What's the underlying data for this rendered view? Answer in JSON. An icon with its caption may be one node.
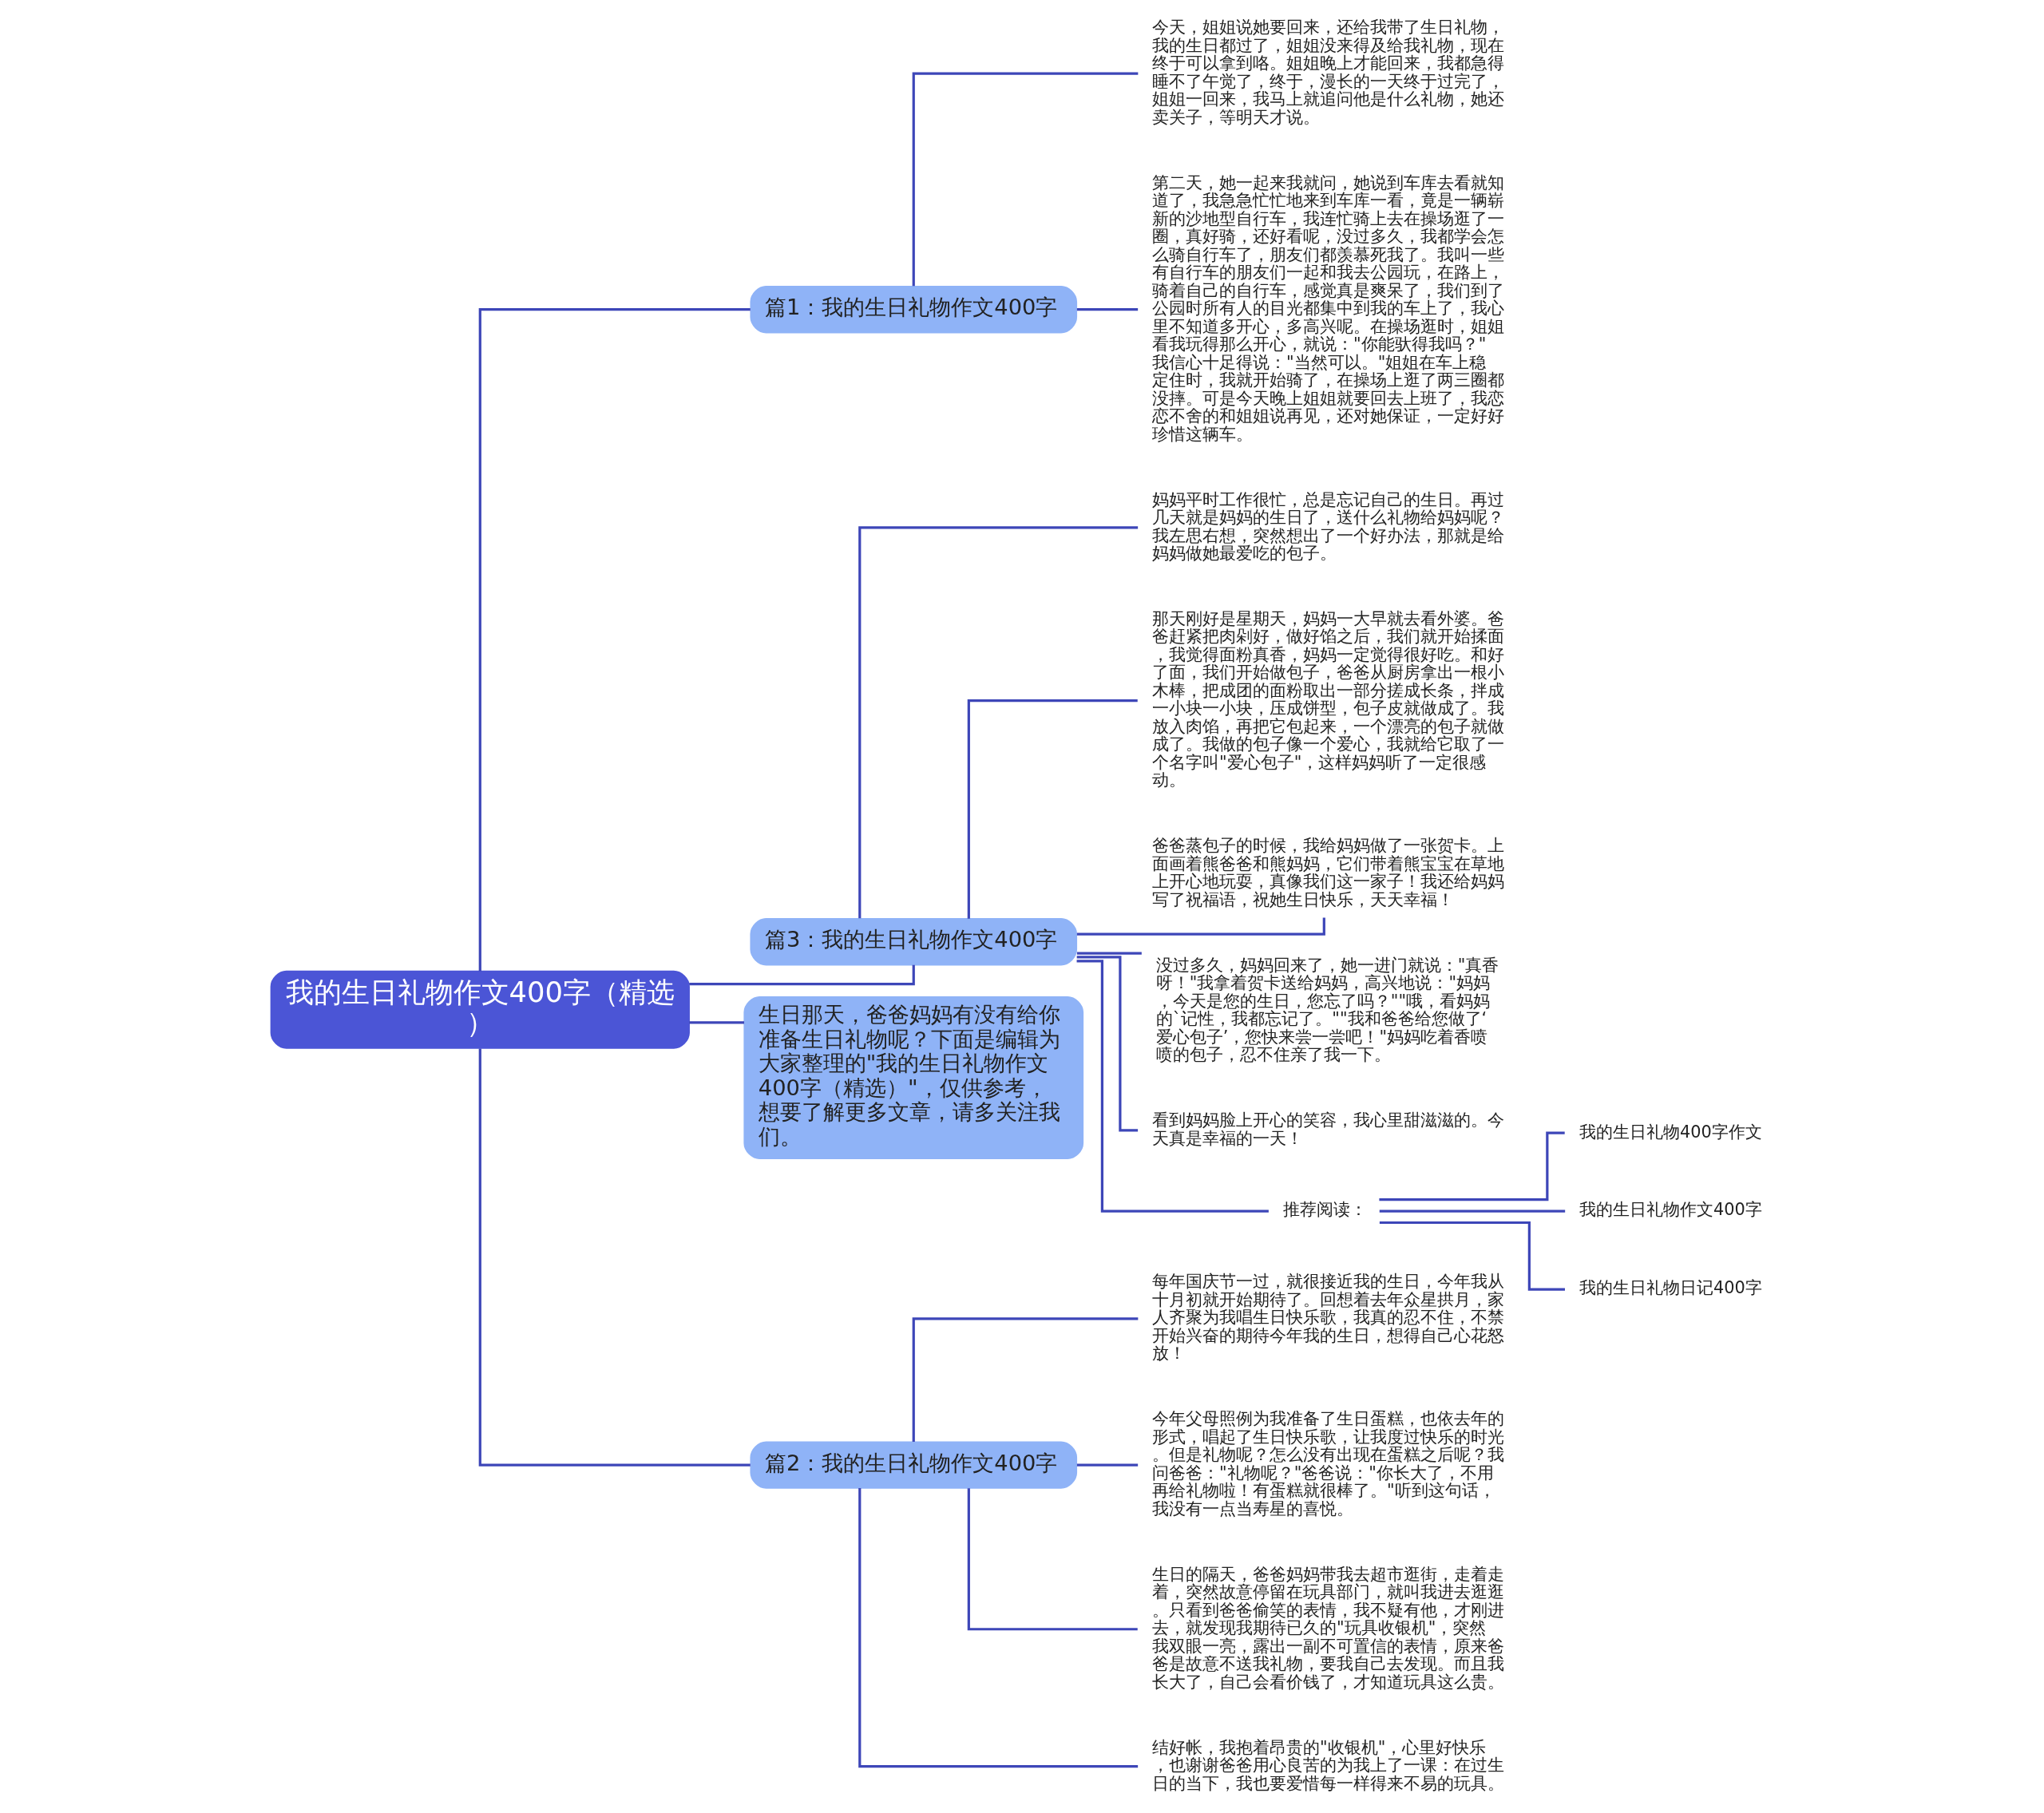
{
  "diagram": {
    "nodes": [
      {
        "text": [
          "我的生日礼物作文400字（精选）"
        ]
      },
      {
        "text": [
          "篇1：我的生日礼物作文400字"
        ]
      },
      {
        "text": [
          "今天，姐姐说她要回来，还给我带了生日礼物，我的生日都过了，姐姐没来得及给我礼物，现在终于可以拿到咯。姐姐晚上才能回来，我都急得睡不了午觉了，终于，漫长的一天终于过完了，姐姐一回来，我马上就追问他是什么礼物，她还卖关子，等明天才说。"
        ]
      },
      {
        "text": [
          "第二天，她一起来我就问，她说到车库去看就知道了，我急急忙忙地来到车库一看，竟是一辆崭新的沙地型自行车，我连忙骑上去在操场逛了一圈，真好骑，还好看呢，没过多久，我都学会怎么骑自行车了，朋友们都羡慕死我了。我叫一些有自行车的朋友们一起和我去公园玩，在路上，骑着自己的自行车，感觉真是爽呆了，我们到了公园时所有人的目光都集中到我的车上了，我心里不知道多开心，多高兴呢。在操场逛时，姐姐看我玩得那么开心，就说：\"你能驮得我吗？\"我信心十足得说：\"当然可以。\"姐姐在车上稳定住时，我就开始骑了，在操场上逛了两三圈都没摔。可是今天晚上姐姐就要回去上班了，我恋恋不舍的和姐姐说再见，还对她保证，一定好好珍惜这辆车。"
        ]
      },
      {
        "text": [
          "篇3：我的生日礼物作文400字"
        ]
      },
      {
        "text": [
          "妈妈平时工作很忙，总是忘记自己的生日。再过几天就是妈妈的生日了，送什么礼物给妈妈呢？我左思右想，突然想出了一个好办法，那就是给妈妈做她最爱吃的包子。"
        ]
      },
      {
        "text": [
          "那天刚好是星期天，妈妈一大早就去看外婆。爸爸赶紧把肉剁好，做好馅之后，我们就开始揉面，我觉得面粉真香，妈妈一定觉得很好吃。和好了面，我们开始做包子，爸爸从厨房拿出一根小木棒，把成团的面粉取出一部分搓成长条，拌成一小块一小块，压成饼型，包子皮就做成了。我放入肉馅，再把它包起来，一个漂亮的包子就做成了。我做的包子像一个爱心，我就给它取了一个名字叫\"爱心包子\"，这样妈妈听了一定很感动。"
        ]
      },
      {
        "text": [
          "爸爸蒸包子的时候，我给妈妈做了一张贺卡。上面画着熊爸爸和熊妈妈，它们带着熊宝宝在草地上开心地玩耍，真像我们这一家子！我还给妈妈写了祝福语，祝她生日快乐，天天幸福！"
        ]
      },
      {
        "text": [
          "没过多久，妈妈回来了，她一进门就说：\"真香呀！\"我拿着贺卡送给妈妈，高兴地说：\"妈妈，今天是您的生日，您忘了吗？\"\"哦，看妈妈的`记性，我都忘记了。\"\"我和爸爸给您做了‘爱心包子’，您快来尝一尝吧！\"妈妈吃着香喷喷的包子，忍不住亲了我一下。"
        ]
      },
      {
        "text": [
          "看到妈妈脸上开心的笑容，我心里甜滋滋的。今天真是幸福的一天！"
        ]
      },
      {
        "text": [
          "推荐阅读："
        ]
      },
      {
        "text": [
          "我的生日礼物400字作文"
        ]
      },
      {
        "text": [
          "我的生日礼物作文400字"
        ]
      },
      {
        "text": [
          "我的生日礼物日记400字"
        ]
      },
      {
        "text": [
          "生日那天，爸爸妈妈有没有给你准备生日礼物呢？下面是编辑为大家整理的\"我的生日礼物作文400字（精选）\"，仅供参考，想要了解更多文章，请多关注我们。"
        ]
      },
      {
        "text": [
          "篇2：我的生日礼物作文400字"
        ]
      },
      {
        "text": [
          "每年国庆节一过，就很接近我的生日，今年我从十月初就开始期待了。回想着去年众星拱月，家人齐聚为我唱生日快乐歌，我真的忍不住，不禁开始兴奋的期待今年我的生日，想得自己心花怒放！"
        ]
      },
      {
        "text": [
          "今年父母照例为我准备了生日蛋糕，也依去年的形式，唱起了生日快乐歌，让我度过快乐的时光。但是礼物呢？怎么没有出现在蛋糕之后呢？我问爸爸：\"礼物呢？\"爸爸说：\"你长大了，不用再给礼物啦！有蛋糕就很棒了。\"听到这句话，我没有一点当寿星的喜悦。"
        ]
      },
      {
        "text": [
          "生日的隔天，爸爸妈妈带我去超市逛街，走着走着，突然故意停留在玩具部门，就叫我进去逛逛。只看到爸爸偷笑的表情，我不疑有他，才刚进去，就发现我期待已久的\"玩具收银机\"，突然我双眼一亮，露出一副不可置信的表情，原来爸爸是故意不送我礼物，要我自己去发现。而且我长大了，自己会看价钱了，才知道玩具这么贵。"
        ]
      },
      {
        "text": [
          "结好帐，我抱着昂贵的\"收银机\"，心里好快乐，也谢谢爸爸用心良苦的为我上了一课：在过生日的当下，我也要爱惜每一样得来不易的玩具。"
        ]
      }
    ],
    "edges": [
      {
        "from": 0,
        "to": 1,
        "arrow": "none"
      },
      {
        "from": 1,
        "to": 2,
        "arrow": "none"
      },
      {
        "from": 1,
        "to": 3,
        "arrow": "none"
      },
      {
        "from": 0,
        "to": 4,
        "arrow": "none"
      },
      {
        "from": 4,
        "to": 5,
        "arrow": "none"
      },
      {
        "from": 4,
        "to": 6,
        "arrow": "none"
      },
      {
        "from": 4,
        "to": 7,
        "arrow": "none"
      },
      {
        "from": 4,
        "to": 8,
        "arrow": "none"
      },
      {
        "from": 4,
        "to": 9,
        "arrow": "none"
      },
      {
        "from": 4,
        "to": 10,
        "arrow": "none"
      },
      {
        "from": 10,
        "to": 11,
        "arrow": "none"
      },
      {
        "from": 10,
        "to": 12,
        "arrow": "none"
      },
      {
        "from": 10,
        "to": 13,
        "arrow": "none"
      },
      {
        "from": 0,
        "to": 14,
        "arrow": "none"
      },
      {
        "from": 0,
        "to": 15,
        "arrow": "none"
      },
      {
        "from": 15,
        "to": 16,
        "arrow": "none"
      },
      {
        "from": 15,
        "to": 17,
        "arrow": "none"
      },
      {
        "from": 15,
        "to": 18,
        "arrow": "none"
      },
      {
        "from": 15,
        "to": 19,
        "arrow": "none"
      }
    ]
  }
}
